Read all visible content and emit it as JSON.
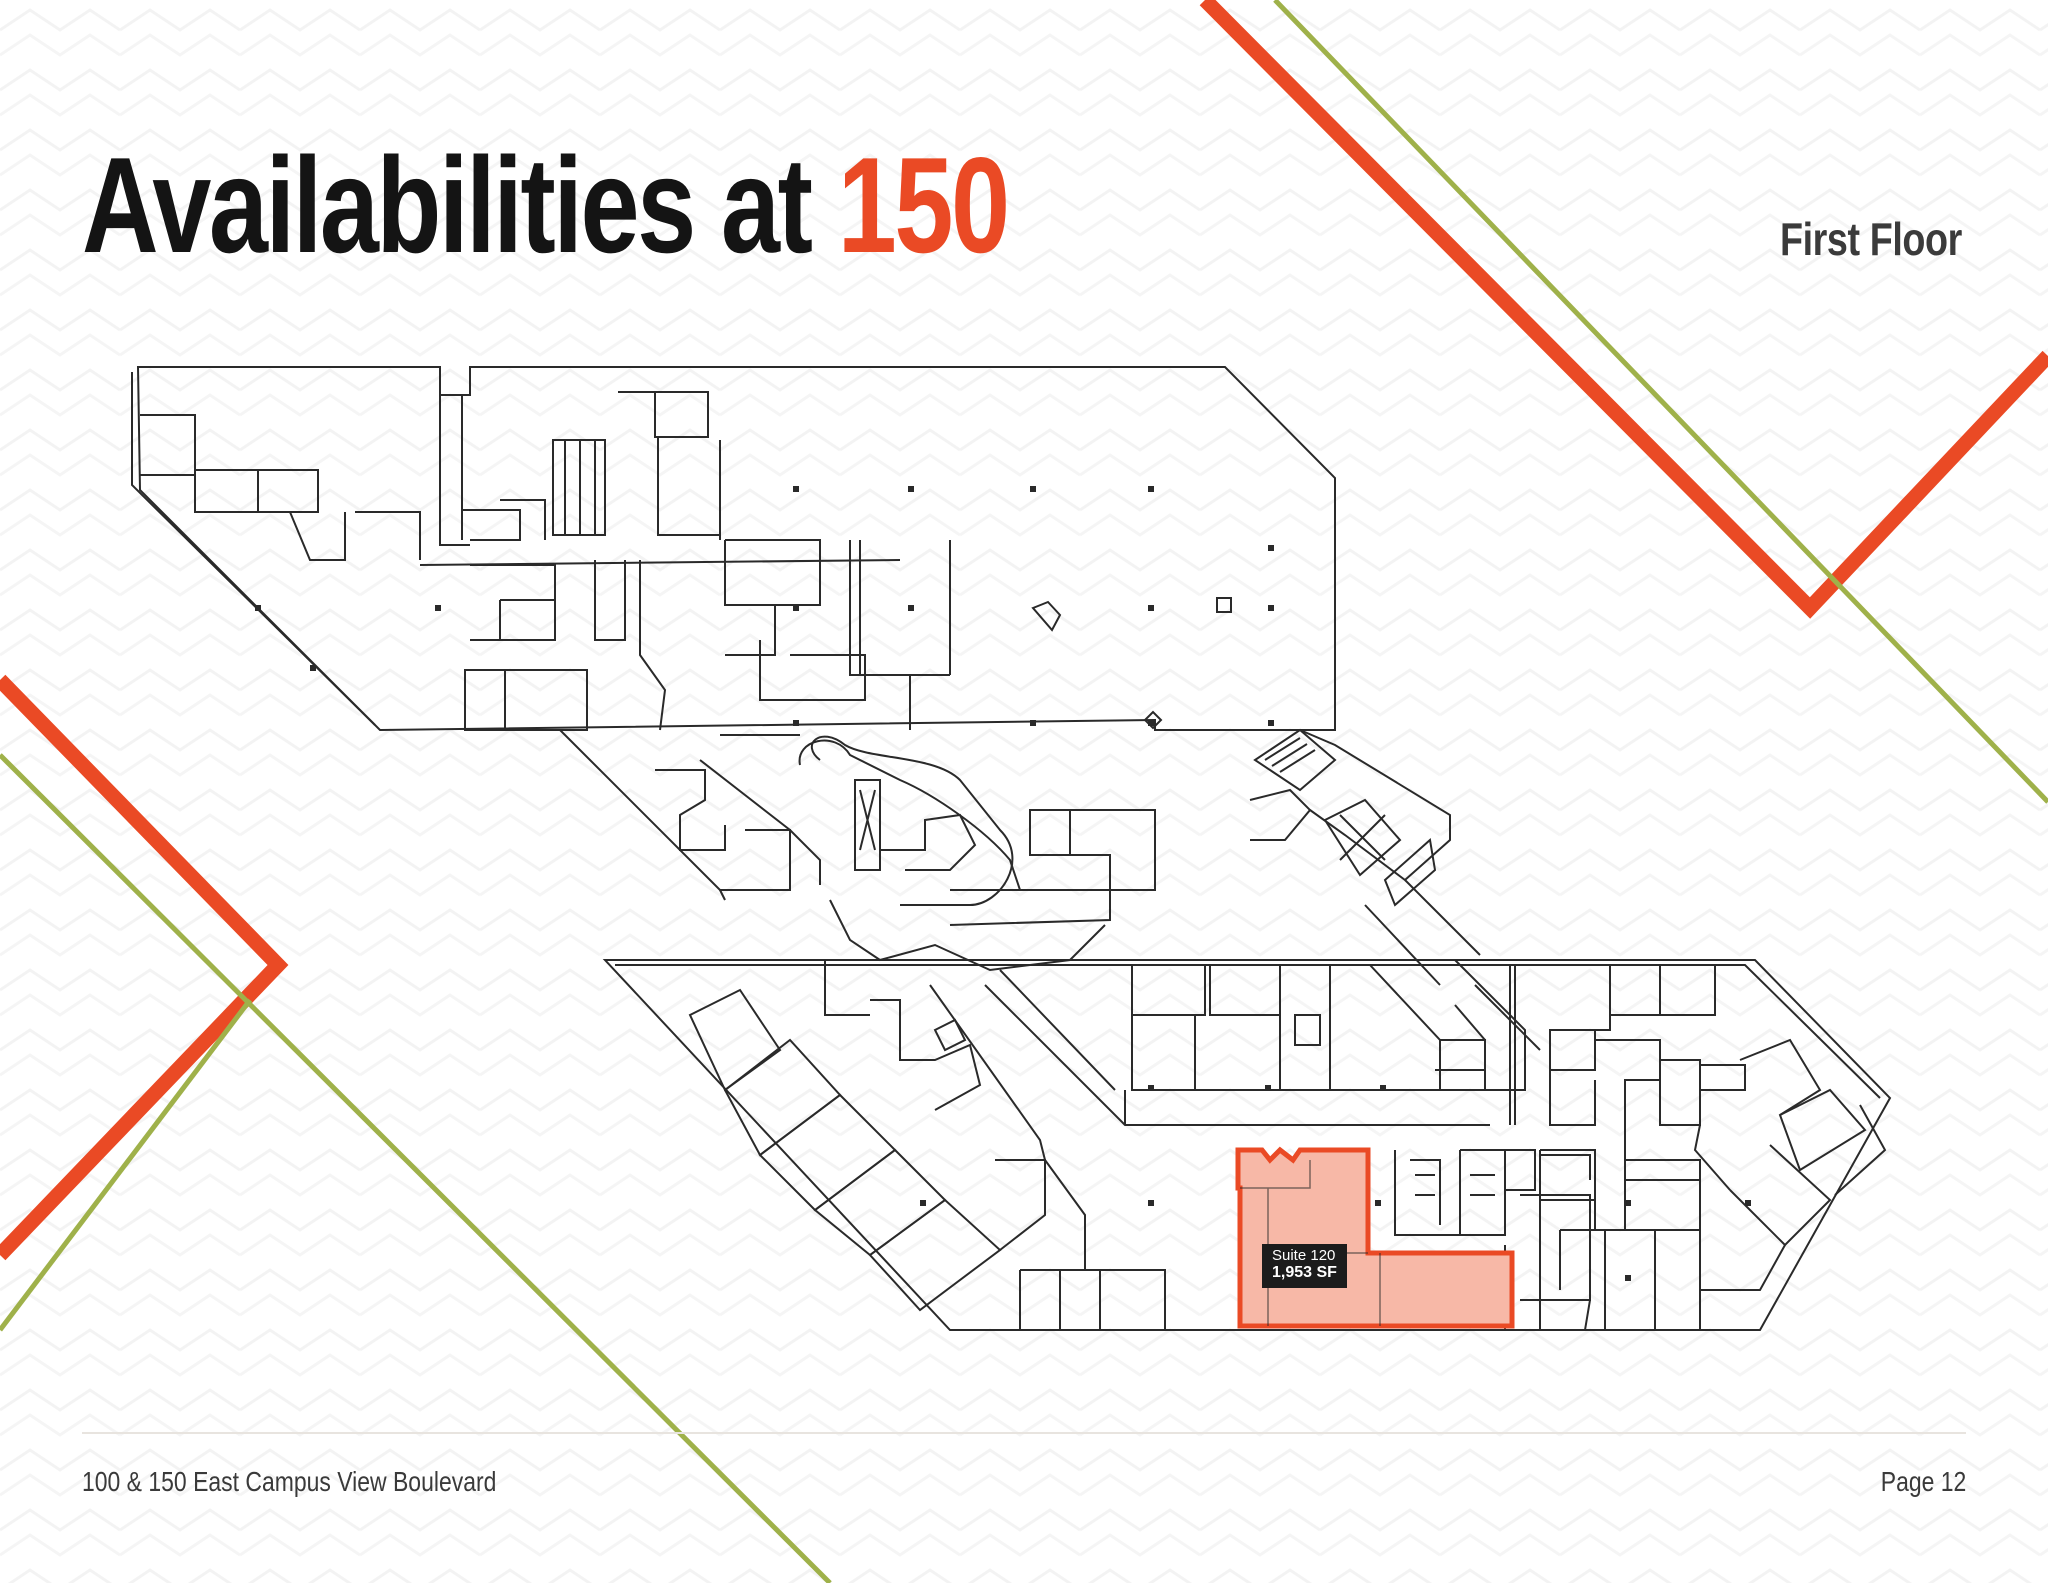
{
  "header": {
    "title_text": "Availabilities at ",
    "title_accent": "150",
    "floor": "First Floor"
  },
  "suite": {
    "name": "Suite 120",
    "area": "1,953 SF"
  },
  "footer": {
    "address": "100 & 150 East Campus View Boulevard",
    "page": "Page  12"
  },
  "colors": {
    "accent_orange": "#ea4a25",
    "accent_green": "#9fb14a",
    "suite_fill": "#f7b8a7",
    "plan_line": "#2a2a2a"
  }
}
